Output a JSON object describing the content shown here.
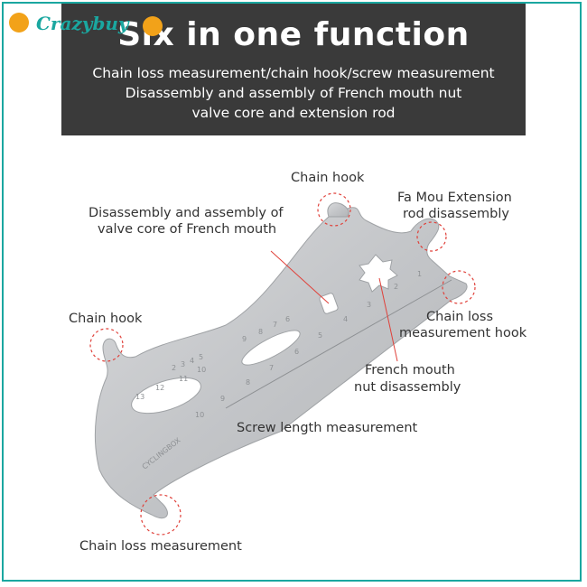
{
  "brand": {
    "name": "Crazybuy"
  },
  "banner": {
    "title": "Six in one function",
    "line1": "Chain loss measurement/chain hook/screw measurement",
    "line2": "Disassembly and assembly of French mouth nut",
    "line3": "valve core and extension rod"
  },
  "callouts": {
    "chain_hook_top": "Chain hook",
    "valve_core_1": "Disassembly and assembly of",
    "valve_core_2": "valve core of French mouth",
    "extension_1": "Fa Mou Extension",
    "extension_2": "rod disassembly",
    "chain_hook_left": "Chain hook",
    "loss_hook_1": "Chain loss",
    "loss_hook_2": "measurement hook",
    "nut_1": "French mouth",
    "nut_2": "nut disassembly",
    "screw": "Screw length measurement",
    "chain_loss": "Chain loss measurement"
  },
  "tool_markings": {
    "brand_engraving": "CYCLINGBOX",
    "ruler_numbers": [
      "1",
      "2",
      "3",
      "4",
      "5",
      "6",
      "7",
      "8",
      "9",
      "10"
    ],
    "slot_numbers_top": [
      "9",
      "8",
      "7",
      "6"
    ],
    "slot_numbers_left": [
      "2",
      "3",
      "4",
      "5",
      "10",
      "11",
      "12",
      "13"
    ]
  },
  "colors": {
    "frame": "#1aa7a0",
    "banner_bg": "#3a3a3a",
    "banner_text": "#ffffff",
    "logo_text": "#1aa7a0",
    "logo_dots": "#f2a219",
    "tool_metal": "#c9cbcd",
    "highlight_circle": "#e0413a"
  }
}
